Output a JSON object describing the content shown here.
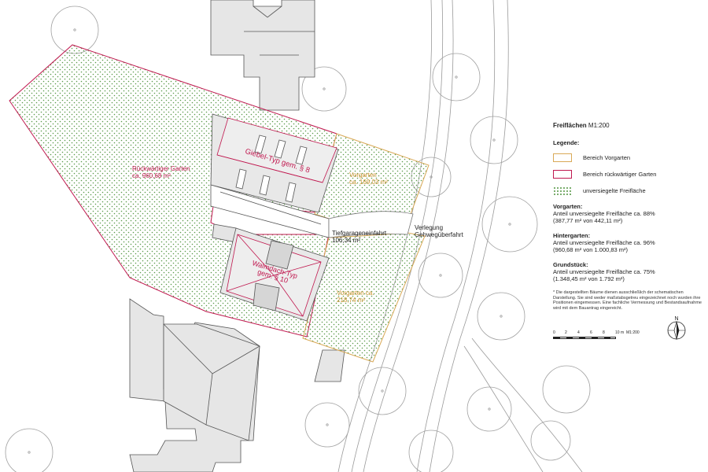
{
  "plan": {
    "garden_back_label": "Rückwärtiger Garten",
    "garden_back_area": "ca. 960,68 m²",
    "building_gable_label": "Giebel-Typ gem. § 8",
    "building_hip_label": "Walmdach-Typ",
    "building_hip_label2": "gem. § 10",
    "front_north_label": "Vorgarten",
    "front_north_area": "ca. 169,03 m²",
    "front_south_label": "Vorgarten ca.",
    "front_south_area": "218,74 m²",
    "garage_label": "Tiefgarageneinfahrt",
    "garage_area": "106,34 m²",
    "relocation_label": "Verlegung",
    "relocation_label2": "Gehwegüberfahrt"
  },
  "legend": {
    "title_bold": "Freiflächen",
    "title_scale": "M1:200",
    "heading": "Legende:",
    "items": [
      {
        "label": "Bereich Vorgarten",
        "color": "#d9a957",
        "icon": "orange-outline-swatch"
      },
      {
        "label": "Bereich rückwärtiger Garten",
        "color": "#c0184f",
        "icon": "red-outline-swatch"
      },
      {
        "label": "unversiegelte Freifläche",
        "color": "#5a9a4a",
        "icon": "green-dots-swatch"
      }
    ],
    "stats": [
      {
        "heading": "Vorgarten:",
        "line1": "Anteil unversiegelte Freifläche ca. 88%",
        "line2": "(387,77 m² von 442,11 m²)"
      },
      {
        "heading": "Hintergarten:",
        "line1": "Anteil unversiegelte Freifläche ca. 96%",
        "line2": "(960,68 m² von 1.000,83 m²)"
      },
      {
        "heading": "Grundstück:",
        "line1": "Anteil unversiegelte Freifläche ca. 75%",
        "line2": "(1.348,45 m² von 1.792 m²)"
      }
    ],
    "note": "* Die dargestellten Bäume dienen ausschließlich der schematischen Darstellung. Sie sind weder maßstabsgetreu eingezeichnet noch wurden ihre Positionen eingemessen. Eine fachliche Vermessung und Bestandsaufnahme wird mit dem Bauantrag eingereicht."
  },
  "scalebar": {
    "ticks": [
      "0",
      "2",
      "4",
      "6",
      "8",
      "10 m",
      "M1:200"
    ]
  },
  "north_arrow": {
    "label": "N"
  },
  "colors": {
    "back_garden": "#c0184f",
    "front_garden": "#d9a957",
    "unsealed_dots": "#5a9a4a",
    "buildings": "#e6e6e6",
    "lines": "#555555"
  }
}
